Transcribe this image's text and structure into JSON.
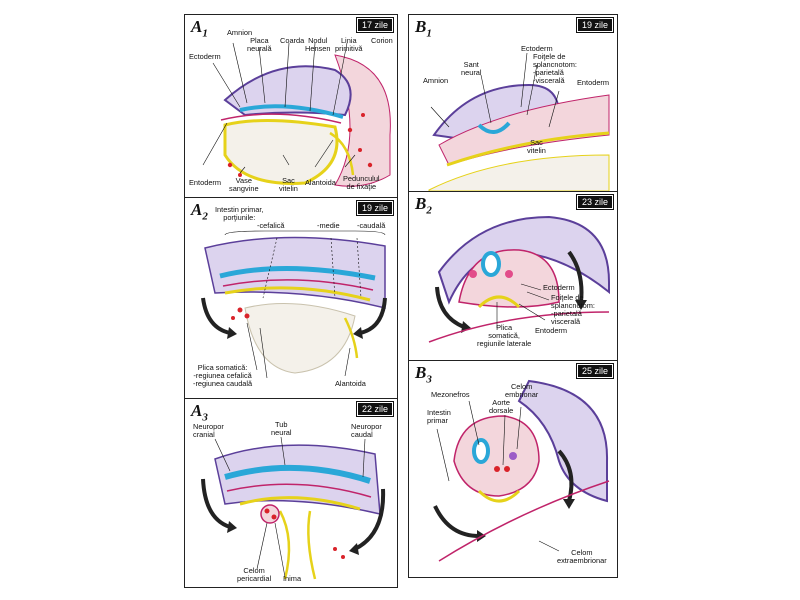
{
  "colors": {
    "ectoderm": "#2aa7d8",
    "endoderm": "#e6d21a",
    "mesoderm": "#c0246a",
    "amnion": "#5b3f9a",
    "background_tissue": "#f3d6dc",
    "yolk": "#f4f1ea",
    "arrow": "#222222"
  },
  "A1": {
    "label": "A",
    "sub": "1",
    "day": "17 zile",
    "labels": {
      "amnion": "Amnion",
      "placa": "Placa\nneurală",
      "coarda": "Coarda",
      "nodul": "Nodul\nHensen",
      "linia": "Linia\nprimitivă",
      "corion": "Corion",
      "ectoderm": "Ectoderm",
      "entoderm": "Entoderm",
      "vase": "Vase\nsangvine",
      "sac": "Sac\nvitelin",
      "alantoida": "Alantoida",
      "peduncul": "Pedunculul\nde fixaţie"
    }
  },
  "A2": {
    "label": "A",
    "sub": "2",
    "day": "19 zile",
    "labels": {
      "intestin": "Intestin primar,\nporţiunile:",
      "cefalica": "-cefalică",
      "medie": "-medie",
      "caudala": "-caudală",
      "plica": "Plica somatică:\n-regiunea cefalică\n-regiunea caudală",
      "alantoida": "Alantoida"
    }
  },
  "A3": {
    "label": "A",
    "sub": "3",
    "day": "22 zile",
    "labels": {
      "neuropor_cranial": "Neuropor\ncranial",
      "tub": "Tub\nneural",
      "neuropor_caudal": "Neuropor\ncaudal",
      "celom": "Celom\npericardial",
      "inima": "Inima"
    }
  },
  "B1": {
    "label": "B",
    "sub": "1",
    "day": "19 zile",
    "labels": {
      "ectoderm": "Ectoderm",
      "foitele": "Foiţele de\nsplancnotom:\n-parietală\n-viscerală",
      "sant": "Sant\nneural",
      "amnion": "Amnion",
      "entoderm": "Entoderm",
      "sac": "Sac\nvitelin"
    }
  },
  "B2": {
    "label": "B",
    "sub": "2",
    "day": "23 zile",
    "labels": {
      "ectoderm": "Ectoderm",
      "foitele": "Foiţele de\nsplancnotom:\n-parietală\nviscerală",
      "entoderm": "Entoderm",
      "plica": "Plica\nsomatică,\nregiunile laterale"
    }
  },
  "B3": {
    "label": "B",
    "sub": "3",
    "day": "25 zile",
    "labels": {
      "celom_embrionar": "Celom\nembrionar",
      "mezonefros": "Mezonefros",
      "aorte": "Aorte\ndorsale",
      "intestin": "Intestin\nprimar",
      "celom_extra": "Celom\nextraembrionar"
    }
  }
}
